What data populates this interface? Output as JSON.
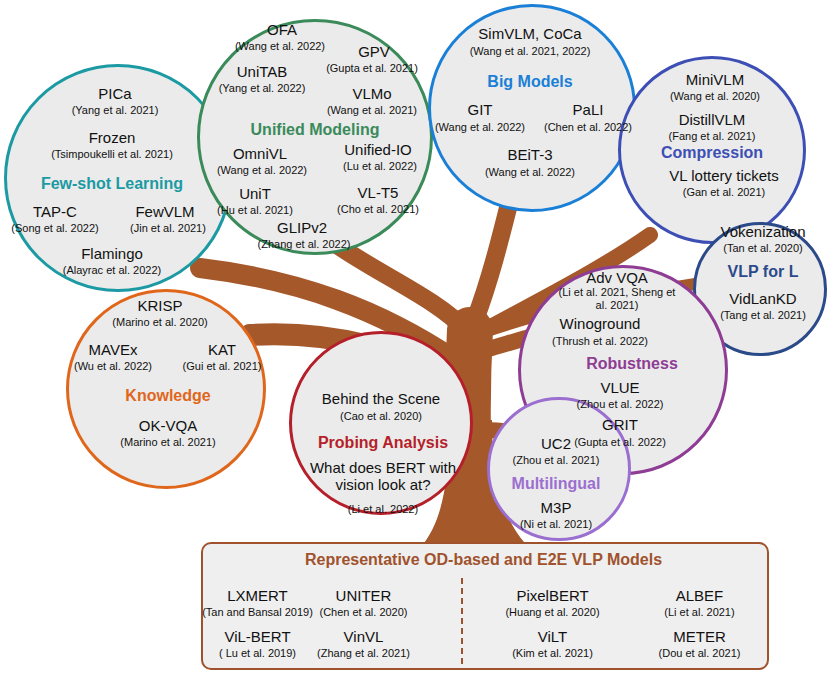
{
  "diagram": {
    "nodes": [
      {
        "text": [
          "PICa",
          "(Yang et al. 2021)",
          "Frozen",
          "(Tsimpoukelli et al. 2021)",
          "Few-shot Learning",
          "TAP-C",
          "(Song et al. 2022)",
          "FewVLM",
          "(Jin et al. 2021)",
          "Flamingo",
          "(Alayrac et al. 2022)"
        ]
      },
      {
        "text": [
          "OFA",
          "(Wang et al. 2022)",
          "GPV",
          "(Gupta et al. 2021)",
          "UniTAB",
          "(Yang et al. 2022)",
          "VLMo",
          "(Wang et al. 2021)",
          "Unified Modeling",
          "OmniVL",
          "(Wang et al. 2022)",
          "Unified-IO",
          "(Lu et al. 2022)",
          "UniT",
          "(Hu et al. 2021)",
          "VL-T5",
          "(Cho et al. 2021)",
          "GLIPv2",
          "(Zhang et al. 2022)"
        ]
      },
      {
        "text": [
          "SimVLM, CoCa",
          "(Wang et al. 2021, 2022)",
          "Big Models",
          "GIT",
          "(Wang et al. 2022)",
          "PaLI",
          "(Chen et al. 2022)",
          "BEiT-3",
          "(Wang et al. 2022)"
        ]
      },
      {
        "text": [
          "MiniVLM",
          "(Wang et al. 2020)",
          "DistillVLM",
          "(Fang et al. 2021)",
          "Compression",
          "VL lottery tickets",
          "(Gan et al. 2021)"
        ]
      },
      {
        "text": [
          "Vokenization",
          "(Tan et al. 2020)",
          "VLP for L",
          "VidLanKD",
          "(Tang et al. 2021)"
        ]
      },
      {
        "text": [
          "KRISP",
          "(Marino et al. 2020)",
          "MAVEx",
          "(Wu et al. 2022)",
          "KAT",
          "(Gui et al. 2021)",
          "Knowledge",
          "OK-VQA",
          "(Marino et al. 2021)"
        ]
      },
      {
        "text": [
          "Behind the Scene",
          "(Cao et al. 2020)",
          "Probing Analysis",
          "What does BERT with vision look at?",
          "(Li et al. 2022)"
        ]
      },
      {
        "text": [
          "Adv VQA",
          "(Li et al. 2021, Sheng et al. 2021)",
          "Winoground",
          "(Thrush et al. 2022)",
          "Robustness",
          "VLUE",
          "(Zhou et al. 2022)",
          "GRIT",
          "(Gupta et al. 2022)"
        ]
      },
      {
        "text": [
          "UC2",
          "(Zhou et al. 2021)",
          "Multilingual",
          "M3P",
          "(Ni et al. 2021)"
        ]
      },
      {
        "text": [
          "Representative OD-based and E2E VLP Models",
          "LXMERT",
          "(Tan and Bansal 2019)",
          "UNITER",
          "(Chen et al. 2020)",
          "PixelBERT",
          "(Huang et al. 2020)",
          "ALBEF",
          "(Li et al. 2021)",
          "ViL-BERT",
          "( Lu et al. 2019)",
          "VinVL",
          "(Zhang et al. 2021)",
          "ViLT",
          "(Kim et al. 2021)",
          "METER",
          "(Dou et al. 2021)"
        ]
      }
    ]
  }
}
